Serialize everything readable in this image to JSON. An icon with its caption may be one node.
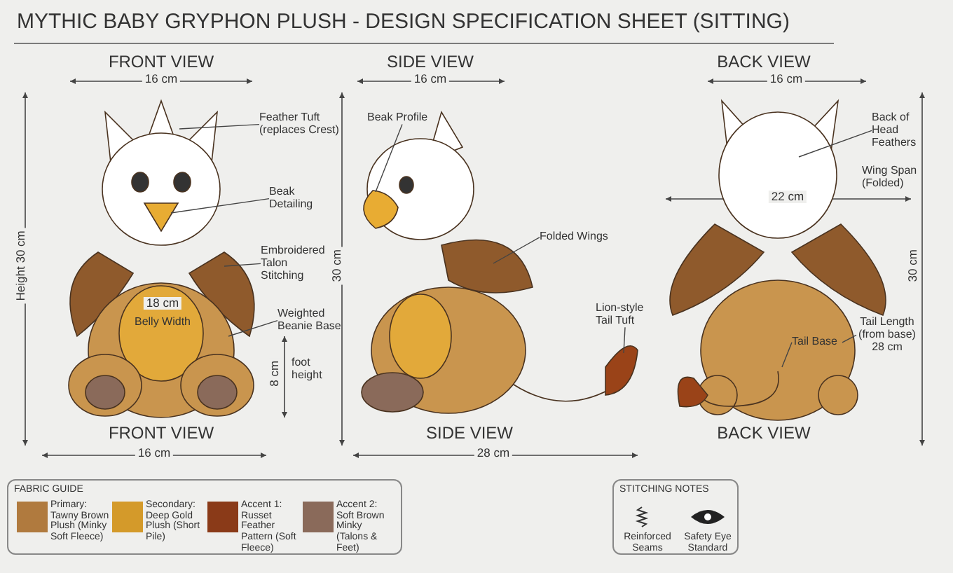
{
  "diagram": {
    "title": "MYTHIC BABY GRYPHON PLUSH - DESIGN SPECIFICATION SHEET (SITTING)",
    "nodes": [
      {
        "text": [
          "Feather Tuft (replaces Crest)"
        ]
      },
      {
        "text": [
          "Beak Detailing"
        ]
      },
      {
        "text": [
          "Embroidered Talon Stitching"
        ]
      },
      {
        "text": [
          "Weighted Beanie Base"
        ]
      },
      {
        "text": [
          "Beak Profile"
        ]
      },
      {
        "text": [
          "Folded Wings"
        ]
      },
      {
        "text": [
          "Lion-style Tail Tuft"
        ]
      },
      {
        "text": [
          "Back of Head Feathers"
        ]
      },
      {
        "text": [
          "Tail Base"
        ]
      },
      {
        "text": [
          "Tail Length (from base)",
          "28 cm"
        ]
      }
    ],
    "edges": [
      {
        "from": 0,
        "to": null,
        "arrow": "none"
      },
      {
        "from": 1,
        "to": null,
        "arrow": "none"
      },
      {
        "from": 2,
        "to": null,
        "arrow": "none"
      },
      {
        "from": 3,
        "to": null,
        "arrow": "none"
      },
      {
        "from": 4,
        "to": null,
        "arrow": "none"
      },
      {
        "from": 5,
        "to": null,
        "arrow": "none"
      },
      {
        "from": 6,
        "to": null,
        "arrow": "none"
      },
      {
        "from": 7,
        "to": null,
        "arrow": "none"
      },
      {
        "from": 8,
        "to": null,
        "arrow": "none"
      },
      {
        "from": 9,
        "to": 8,
        "arrow": "none"
      }
    ],
    "labels": [
      "FRONT VIEW",
      "SIDE VIEW",
      "BACK VIEW",
      "16 cm",
      "16 cm",
      "16 cm",
      "Height 30 cm",
      "30 cm",
      "Wing Span (Folded)",
      "22 cm",
      "30 cm",
      "18 cm",
      "Belly Width",
      "8 cm",
      "foot height",
      "FRONT VIEW",
      "SIDE VIEW",
      "BACK VIEW",
      "16 cm",
      "28 cm",
      "FABRIC GUIDE",
      "STITCHING NOTES",
      "Reinforced Seams",
      "Safety Eye Standard"
    ],
    "legend": [
      {
        "text": "Primary: Tawny Brown Plush (Minky Soft Fleece)",
        "color": "#b07a3e"
      },
      {
        "text": "Secondary: Deep Gold Plush (Short Pile)",
        "color": "#d49a2a"
      },
      {
        "text": "Accent 1: Russet Feather Pattern (Soft Fleece)",
        "color": "#8a3a18"
      },
      {
        "text": "Accent 2: Soft Brown Minky (Talons & Feet)",
        "color": "#8a6a5a"
      }
    ]
  }
}
